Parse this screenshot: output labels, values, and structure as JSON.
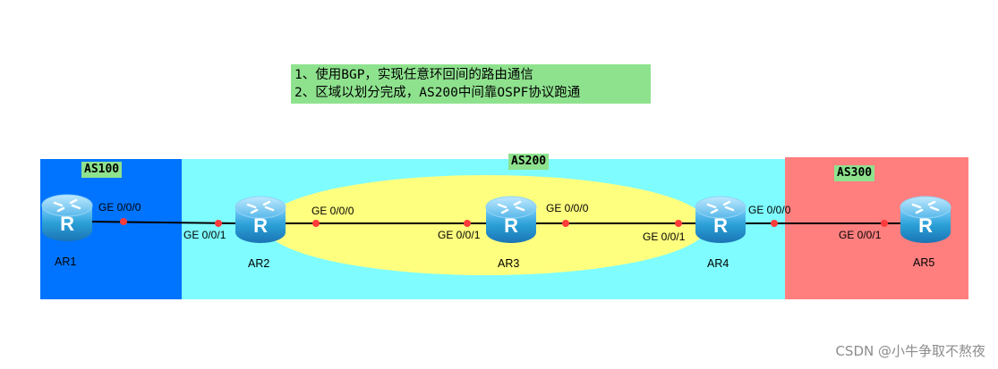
{
  "notes": {
    "line1": "1、使用BGP，实现任意环回间的路由通信",
    "line2": "2、区域以划分完成，AS200中间靠OSPF协议跑通"
  },
  "areas": {
    "as100": "AS100",
    "as200": "AS200",
    "as300": "AS300"
  },
  "colors": {
    "as100": "#0074ff",
    "as200": "#7ffcff",
    "as300": "#ff7f7f",
    "ospf_area": "#ffff7f",
    "link": "#000000",
    "port_dot": "#ff3b3b",
    "router": "#2a9fd6"
  },
  "routers": [
    {
      "name": "AR1",
      "icon": "router-icon"
    },
    {
      "name": "AR2",
      "icon": "router-icon"
    },
    {
      "name": "AR3",
      "icon": "router-icon"
    },
    {
      "name": "AR4",
      "icon": "router-icon"
    },
    {
      "name": "AR5",
      "icon": "router-icon"
    }
  ],
  "ports": {
    "ar1_g000": "GE 0/0/0",
    "ar2_g001": "GE 0/0/1",
    "ar2_g000": "GE 0/0/0",
    "ar3_g001": "GE 0/0/1",
    "ar3_g000": "GE 0/0/0",
    "ar4_g001": "GE 0/0/1",
    "ar4_g000": "GE 0/0/0",
    "ar5_g001": "GE 0/0/1"
  },
  "watermark": "CSDN @小牛争取不熬夜"
}
